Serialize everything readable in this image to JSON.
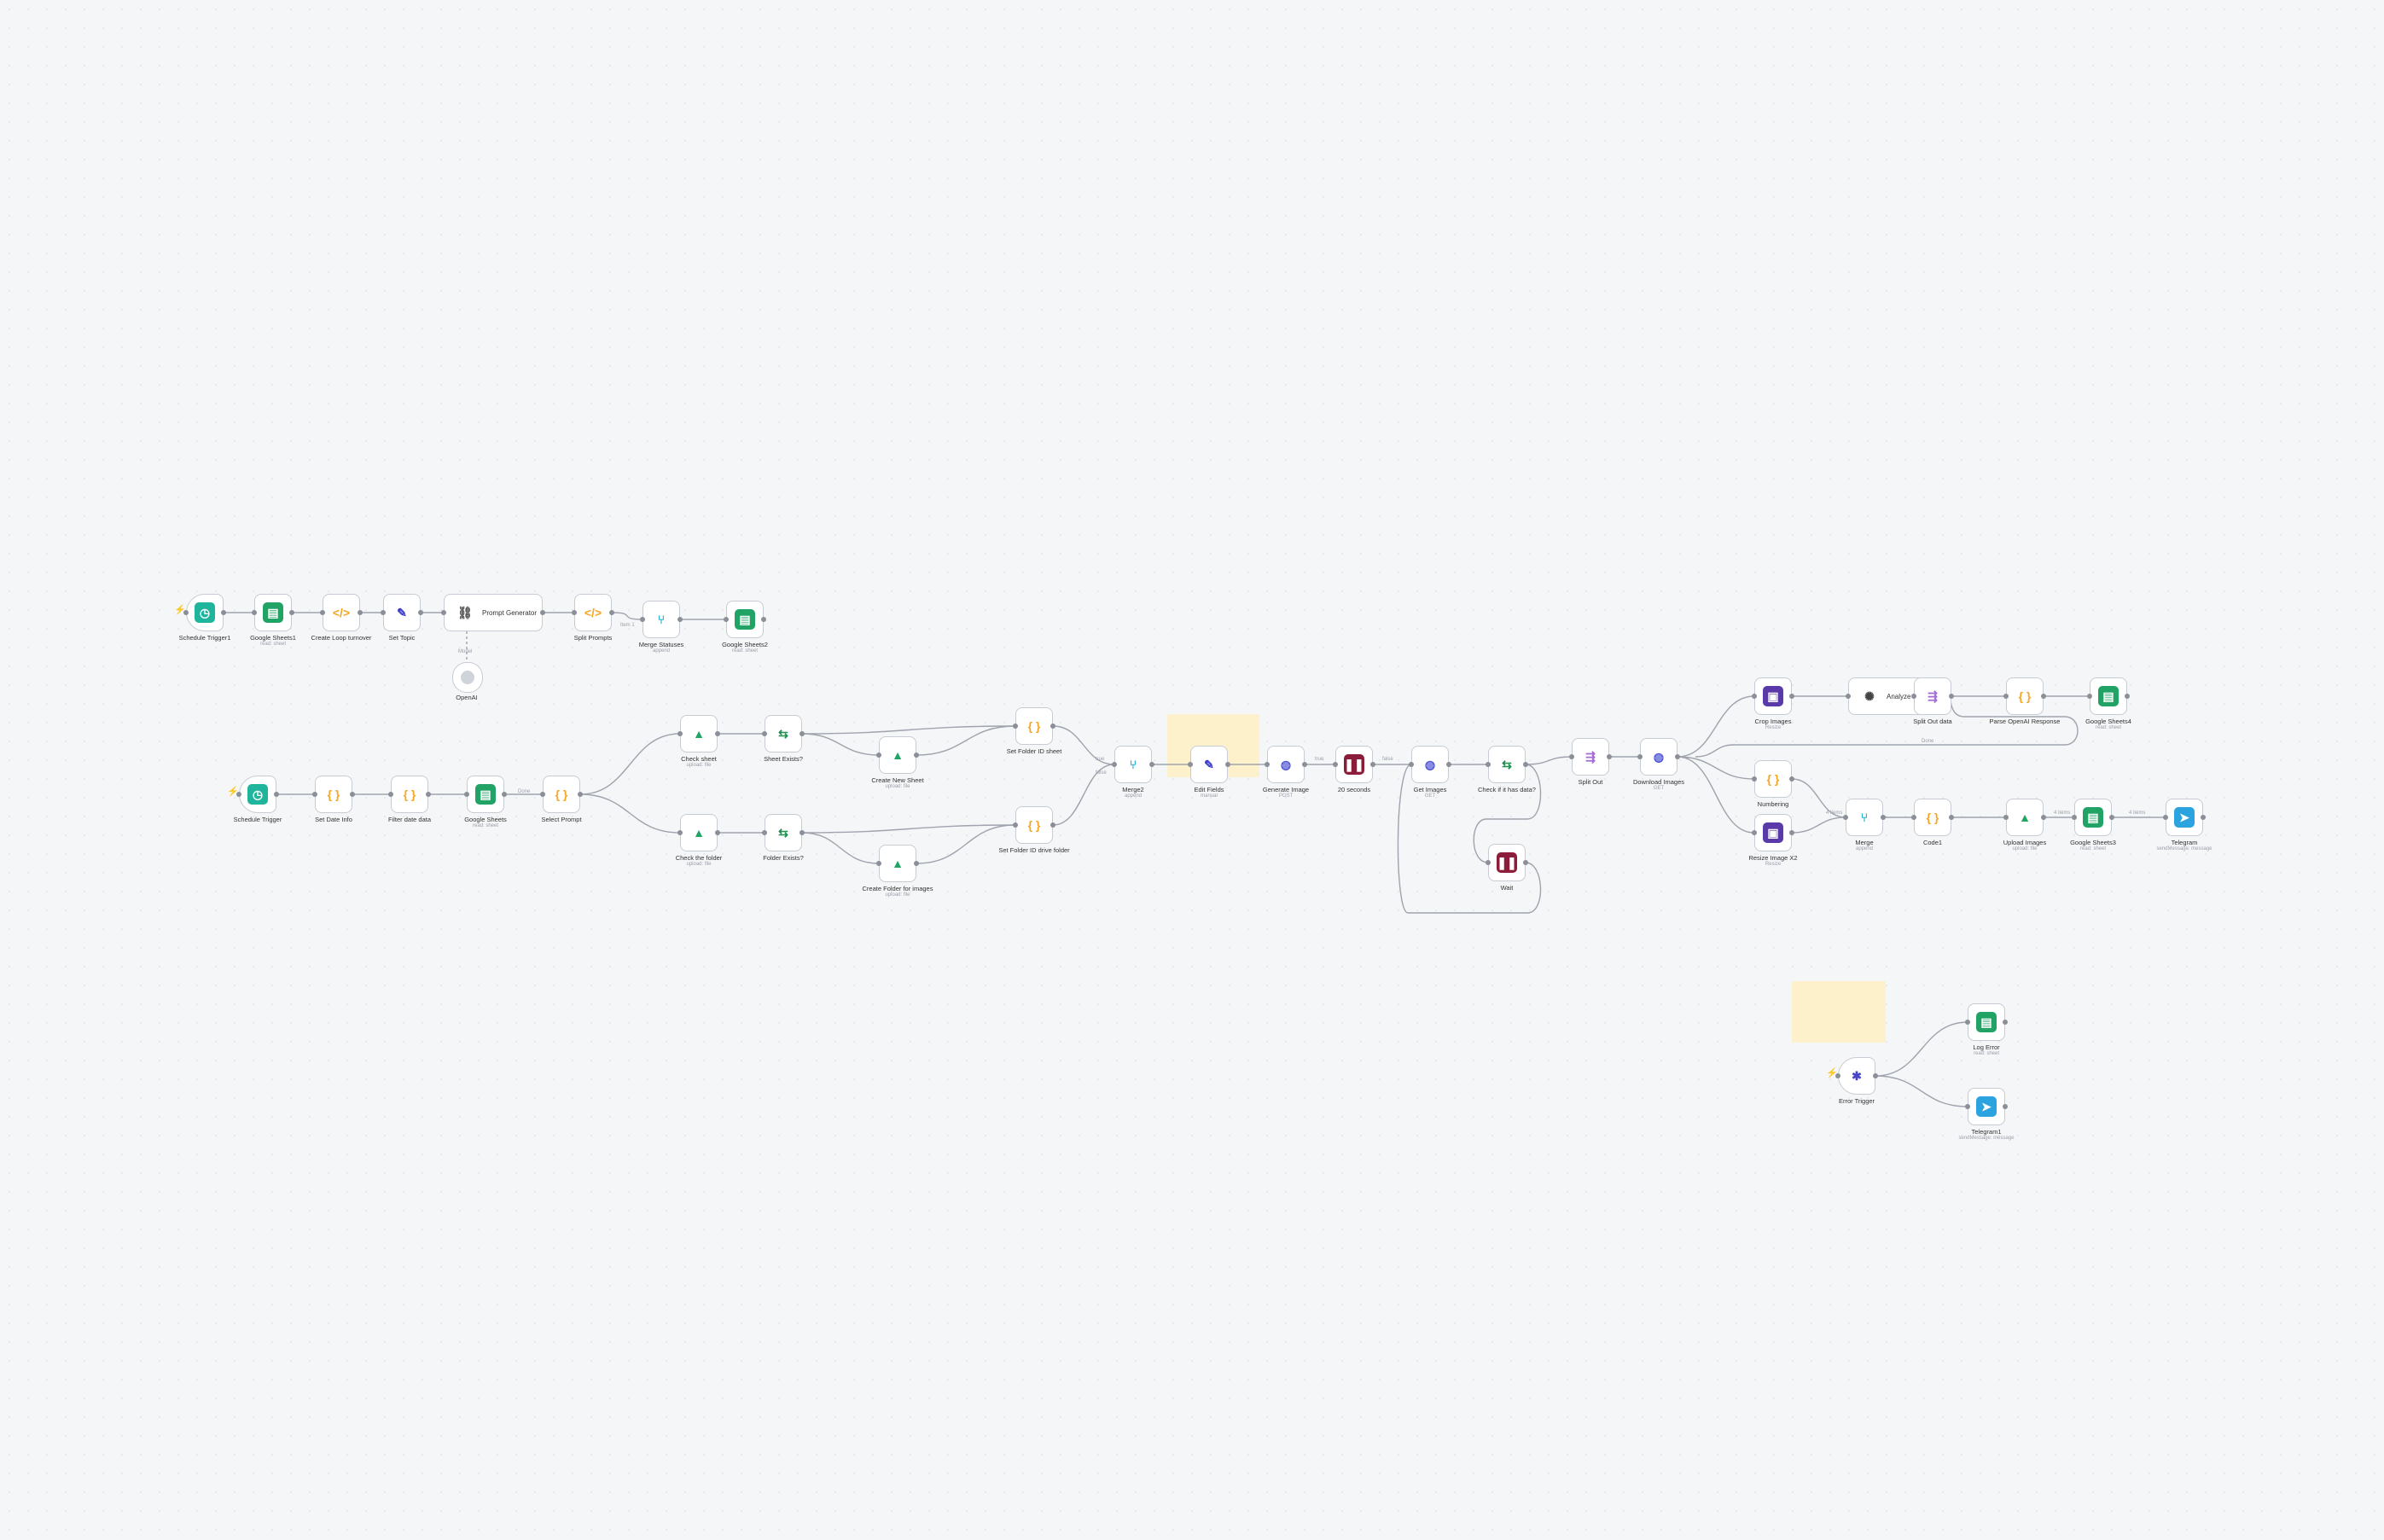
{
  "workflow": {
    "nodes": [
      {
        "id": "schedule-trigger-1",
        "label": "Schedule Trigger1",
        "sub": "",
        "icon": "clock-icon",
        "glyph": "◷",
        "color": "#1fb59c",
        "trigger": true
      },
      {
        "id": "google-sheets-1",
        "label": "Google Sheets1",
        "sub": "read: sheet",
        "icon": "google-sheets-icon",
        "glyph": "▤",
        "color": "#21a366"
      },
      {
        "id": "create-loop-turnover",
        "label": "Create Loop turnover",
        "sub": "",
        "icon": "code-icon",
        "glyph": "</>",
        "color": "#f5a623",
        "plain": true
      },
      {
        "id": "set-topic",
        "label": "Set Topic",
        "sub": "",
        "icon": "pencil-icon",
        "glyph": "✎",
        "color": "#3b3bc4",
        "plain": true
      },
      {
        "id": "prompt-generator",
        "label": "",
        "sub": "",
        "title": "Prompt Generator",
        "icon": "chain-link-icon",
        "glyph": "⛓",
        "color": "#555",
        "plain": true,
        "wide": true
      },
      {
        "id": "split-prompts",
        "label": "Split Prompts",
        "sub": "",
        "icon": "code-icon",
        "glyph": "</>",
        "color": "#f5a623",
        "plain": true
      },
      {
        "id": "merge-statuses",
        "label": "Merge Statuses",
        "sub": "append",
        "icon": "merge-icon",
        "glyph": "⑂",
        "color": "#25b3d0",
        "plain": true
      },
      {
        "id": "google-sheets-2",
        "label": "Google Sheets2",
        "sub": "read: sheet",
        "icon": "google-sheets-icon",
        "glyph": "▤",
        "color": "#21a366"
      },
      {
        "id": "schedule-trigger",
        "label": "Schedule Trigger",
        "sub": "",
        "icon": "clock-icon",
        "glyph": "◷",
        "color": "#1fb59c",
        "trigger": true
      },
      {
        "id": "set-date-info",
        "label": "Set Date Info",
        "sub": "",
        "icon": "braces-icon",
        "glyph": "{ }",
        "color": "#f5a623",
        "plain": true
      },
      {
        "id": "filter-date-data",
        "label": "Filter date data",
        "sub": "",
        "icon": "braces-icon",
        "glyph": "{ }",
        "color": "#f5a623",
        "plain": true
      },
      {
        "id": "google-sheets",
        "label": "Google Sheets",
        "sub": "read: sheet",
        "icon": "google-sheets-icon",
        "glyph": "▤",
        "color": "#21a366"
      },
      {
        "id": "select-prompt",
        "label": "Select Prompt",
        "sub": "",
        "icon": "braces-icon",
        "glyph": "{ }",
        "color": "#f5a623",
        "plain": true
      },
      {
        "id": "check-sheet",
        "label": "Check sheet",
        "sub": "upload: file",
        "icon": "google-drive-icon",
        "glyph": "▲",
        "color": "#1fa463",
        "plain": true
      },
      {
        "id": "sheet-exists",
        "label": "Sheet Exists?",
        "sub": "",
        "icon": "if-icon",
        "glyph": "⇆",
        "color": "#1f8f4e",
        "plain": true
      },
      {
        "id": "create-new-sheet",
        "label": "Create New Sheet",
        "sub": "upload: file",
        "icon": "google-drive-icon",
        "glyph": "▲",
        "color": "#1fa463",
        "plain": true
      },
      {
        "id": "set-folder-id-sheet",
        "label": "Set Folder ID sheet",
        "sub": "",
        "icon": "braces-icon",
        "glyph": "{ }",
        "color": "#f5a623",
        "plain": true
      },
      {
        "id": "check-the-folder",
        "label": "Check the folder",
        "sub": "upload: file",
        "icon": "google-drive-icon",
        "glyph": "▲",
        "color": "#1fa463",
        "plain": true
      },
      {
        "id": "folder-exists",
        "label": "Folder Exists?",
        "sub": "",
        "icon": "if-icon",
        "glyph": "⇆",
        "color": "#1f8f4e",
        "plain": true
      },
      {
        "id": "create-folder-for-images",
        "label": "Create Folder for images",
        "sub": "upload: file",
        "icon": "google-drive-icon",
        "glyph": "▲",
        "color": "#1fa463",
        "plain": true
      },
      {
        "id": "set-folder-id-drive-folder",
        "label": "Set Folder ID drive folder",
        "sub": "",
        "icon": "braces-icon",
        "glyph": "{ }",
        "color": "#f5a623",
        "plain": true
      },
      {
        "id": "merge-2",
        "label": "Merge2",
        "sub": "append",
        "icon": "merge-icon",
        "glyph": "⑂",
        "color": "#25b3d0",
        "plain": true
      },
      {
        "id": "edit-fields",
        "label": "Edit Fields",
        "sub": "manual",
        "icon": "pencil-icon",
        "glyph": "✎",
        "color": "#3b3bc4",
        "plain": true
      },
      {
        "id": "generate-image",
        "label": "Generate Image",
        "sub": "POST",
        "icon": "globe-icon",
        "glyph": "◍",
        "color": "#4f55d4",
        "plain": true
      },
      {
        "id": "wait-20-seconds",
        "label": "20 seconds",
        "sub": "",
        "icon": "pause-icon",
        "glyph": "❚❚",
        "color": "#8b1c3a"
      },
      {
        "id": "get-images",
        "label": "Get Images",
        "sub": "GET",
        "icon": "globe-icon",
        "glyph": "◍",
        "color": "#4f55d4",
        "plain": true
      },
      {
        "id": "check-if-it-has-data",
        "label": "Check if it has data?",
        "sub": "",
        "icon": "if-icon",
        "glyph": "⇆",
        "color": "#1f8f4e",
        "plain": true
      },
      {
        "id": "wait",
        "label": "Wait",
        "sub": "",
        "icon": "pause-icon",
        "glyph": "❚❚",
        "color": "#8b1c3a"
      },
      {
        "id": "split-out",
        "label": "Split Out",
        "sub": "",
        "icon": "split-icon",
        "glyph": "⇶",
        "color": "#a36ad6",
        "plain": true
      },
      {
        "id": "download-images",
        "label": "Download Images",
        "sub": "GET",
        "icon": "globe-icon",
        "glyph": "◍",
        "color": "#4f55d4",
        "plain": true
      },
      {
        "id": "crop-images",
        "label": "Crop Images",
        "sub": "Resize",
        "icon": "image-icon",
        "glyph": "▣",
        "color": "#5a3aa8"
      },
      {
        "id": "analyze-images",
        "label": "",
        "sub": "",
        "title": "Analyze im...",
        "icon": "openai-icon",
        "glyph": "✺",
        "color": "#444",
        "plain": true,
        "wide": true
      },
      {
        "id": "split-out-data",
        "label": "Split Out data",
        "sub": "",
        "icon": "split-icon",
        "glyph": "⇶",
        "color": "#a36ad6",
        "plain": true
      },
      {
        "id": "parse-openai-response",
        "label": "Parse OpenAI Response",
        "sub": "",
        "icon": "braces-icon",
        "glyph": "{ }",
        "color": "#f5a623",
        "plain": true
      },
      {
        "id": "google-sheets-4",
        "label": "Google Sheets4",
        "sub": "read: sheet",
        "icon": "google-sheets-icon",
        "glyph": "▤",
        "color": "#21a366"
      },
      {
        "id": "numbering",
        "label": "Numbering",
        "sub": "",
        "icon": "braces-icon",
        "glyph": "{ }",
        "color": "#f5a623",
        "plain": true
      },
      {
        "id": "resize-image-x2",
        "label": "Resize Image X2",
        "sub": "Resize",
        "icon": "image-icon",
        "glyph": "▣",
        "color": "#5a3aa8"
      },
      {
        "id": "merge",
        "label": "Merge",
        "sub": "append",
        "icon": "merge-icon",
        "glyph": "⑂",
        "color": "#25b3d0",
        "plain": true
      },
      {
        "id": "code-1",
        "label": "Code1",
        "sub": "",
        "icon": "braces-icon",
        "glyph": "{ }",
        "color": "#f5a623",
        "plain": true
      },
      {
        "id": "upload-images",
        "label": "Upload Images",
        "sub": "upload: file",
        "icon": "google-drive-icon",
        "glyph": "▲",
        "color": "#1fa463",
        "plain": true
      },
      {
        "id": "google-sheets-3",
        "label": "Google Sheets3",
        "sub": "read: sheet",
        "icon": "google-sheets-icon",
        "glyph": "▤",
        "color": "#21a366"
      },
      {
        "id": "telegram",
        "label": "Telegram",
        "sub": "sendMessage: message",
        "icon": "telegram-icon",
        "glyph": "➤",
        "color": "#2aa3df"
      },
      {
        "id": "error-trigger",
        "label": "Error Trigger",
        "sub": "",
        "icon": "bug-icon",
        "glyph": "✱",
        "color": "#4646c8",
        "plain": true,
        "trigger": true
      },
      {
        "id": "log-error",
        "label": "Log Error",
        "sub": "read: sheet",
        "icon": "google-sheets-icon",
        "glyph": "▤",
        "color": "#21a366"
      },
      {
        "id": "telegram-1",
        "label": "Telegram1",
        "sub": "sendMessage: message",
        "icon": "telegram-icon",
        "glyph": "➤",
        "color": "#2aa3df"
      }
    ],
    "sub_nodes": [
      {
        "id": "openai",
        "label": "OpenAI",
        "icon": "openai-chat-model-icon"
      }
    ],
    "edge_labels": [
      {
        "id": "el-model",
        "text": "Model"
      },
      {
        "id": "el-item1",
        "text": "Item 1"
      },
      {
        "id": "el-done",
        "text": "Done"
      },
      {
        "id": "el-true",
        "text": "true"
      },
      {
        "id": "el-false",
        "text": "false"
      },
      {
        "id": "el-true2",
        "text": "true"
      },
      {
        "id": "el-false2",
        "text": "false"
      },
      {
        "id": "el-done2",
        "text": "Done"
      },
      {
        "id": "el-items",
        "text": "4 items"
      },
      {
        "id": "el-items2",
        "text": "4 items"
      },
      {
        "id": "el-items3",
        "text": "4 items"
      }
    ]
  }
}
